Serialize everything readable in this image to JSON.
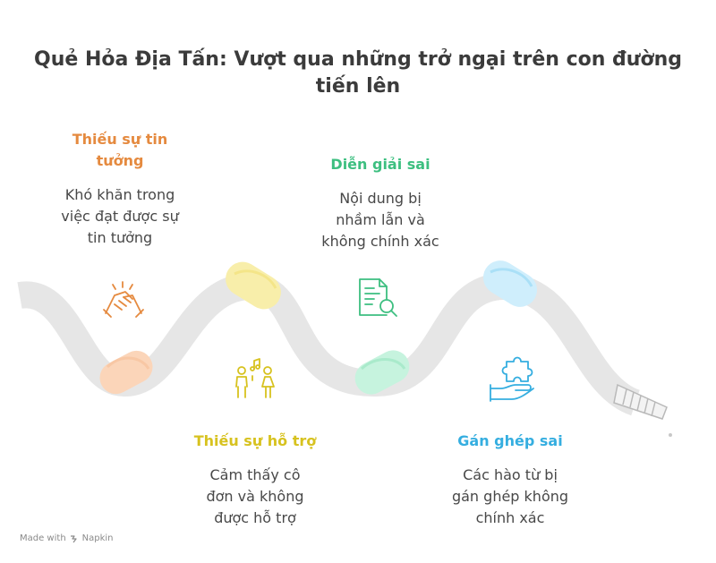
{
  "title": {
    "line1": "Quẻ Hỏa Địa Tấn: Vượt qua những trở ngại trên con đường",
    "line2": "tiến lên"
  },
  "items": [
    {
      "heading_line1": "Thiếu sự tin",
      "heading_line2": "tưởng",
      "desc_line1": "Khó khăn trong",
      "desc_line2": "việc đạt được sự",
      "desc_line3": "tin tưởng",
      "color": "#e58a3f",
      "icon": "handshake-icon"
    },
    {
      "heading_line1": "Diễn giải sai",
      "desc_line1": "Nội dung bị",
      "desc_line2": "nhầm lẫn và",
      "desc_line3": "không chính xác",
      "color": "#3dbf80",
      "icon": "document-search-icon"
    },
    {
      "heading_line1": "Thiếu sự hỗ trợ",
      "desc_line1": "Cảm thấy cô",
      "desc_line2": "đơn và không",
      "desc_line3": "được hỗ trợ",
      "color": "#d7c21f",
      "icon": "people-music-icon"
    },
    {
      "heading_line1": "Gán ghép sai",
      "desc_line1": "Các hào từ bị",
      "desc_line2": "gán ghép không",
      "desc_line3": "chính xác",
      "color": "#35aee0",
      "icon": "puzzle-hand-icon"
    }
  ],
  "footer": {
    "made_with": "Made with",
    "brand": "Napkin"
  }
}
